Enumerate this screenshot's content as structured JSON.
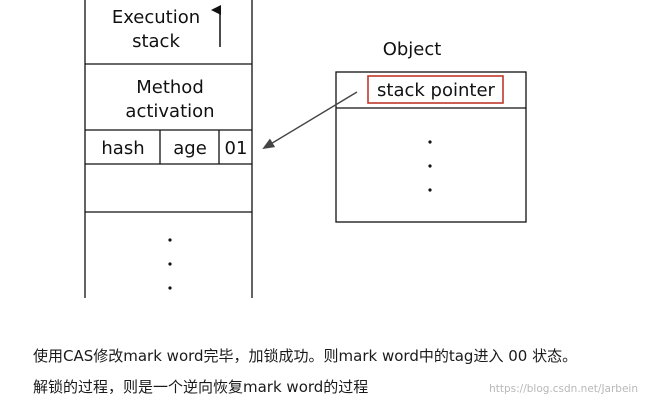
{
  "stack": {
    "top_label_line1": "Execution",
    "top_label_line2": "stack",
    "method_line1": "Method",
    "method_line2": "activation",
    "hash": "hash",
    "age": "age",
    "lock_bits": "01"
  },
  "object": {
    "title": "Object",
    "stack_pointer": "stack pointer"
  },
  "captions": {
    "line1": "使用CAS修改mark word完毕，加锁成功。则mark word中的tag进入 00 状态。",
    "line2": "解锁的过程，则是一个逆向恢复mark word的过程"
  },
  "watermark": "https://blog.csdn.net/Jarbein",
  "colors": {
    "line": "#111111",
    "highlight": "#c0392b",
    "arrow": "#444444"
  }
}
